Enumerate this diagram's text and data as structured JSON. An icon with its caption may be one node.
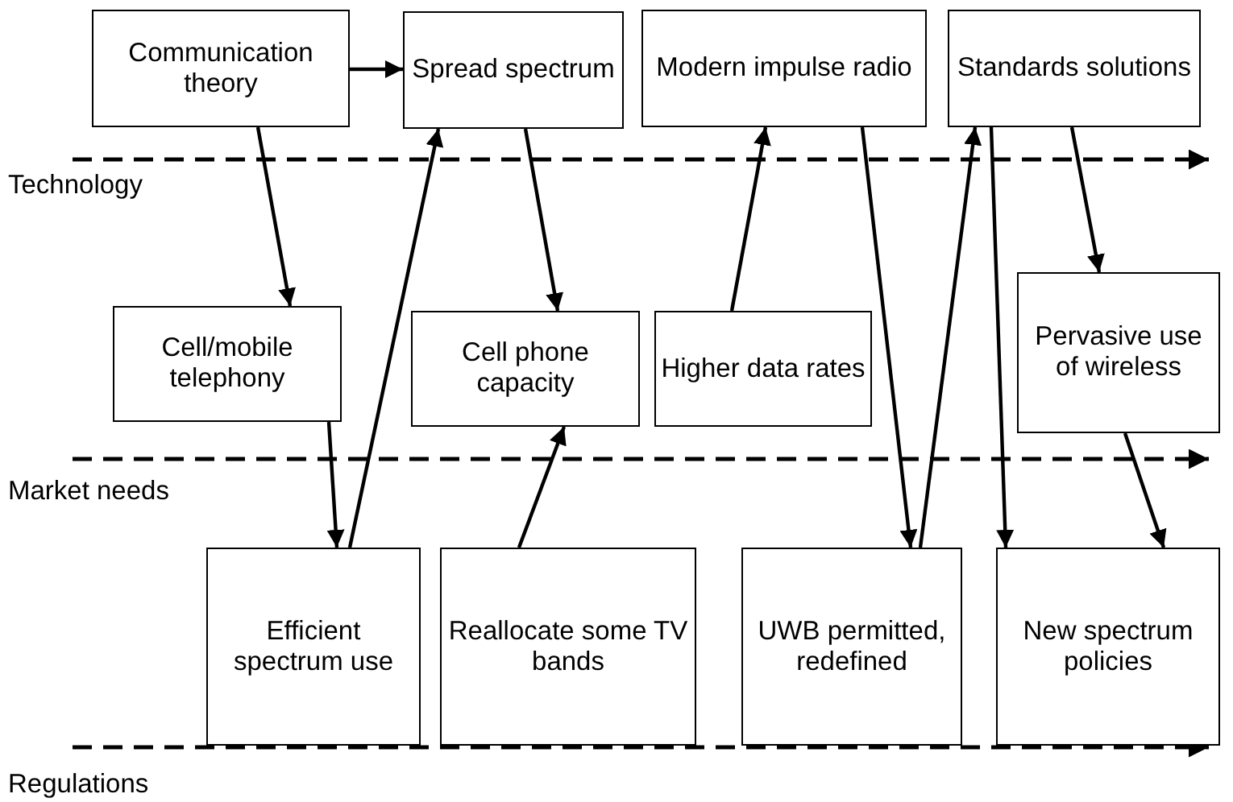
{
  "diagram": {
    "nodes": [
      {
        "text": [
          "Communication theory"
        ]
      },
      {
        "text": [
          "Spread spectrum"
        ]
      },
      {
        "text": [
          "Modern impulse radio"
        ]
      },
      {
        "text": [
          "Standards solutions"
        ]
      },
      {
        "text": [
          "Cell/mobile telephony"
        ]
      },
      {
        "text": [
          "Cell phone capacity"
        ]
      },
      {
        "text": [
          "Higher data rates"
        ]
      },
      {
        "text": [
          "Pervasive use of wireless"
        ]
      },
      {
        "text": [
          "Efficient spectrum use"
        ]
      },
      {
        "text": [
          "Reallocate some TV bands"
        ]
      },
      {
        "text": [
          "UWB permitted, redefined"
        ]
      },
      {
        "text": [
          "New spectrum policies"
        ]
      }
    ],
    "edges": [
      {
        "from": 0,
        "to": 1,
        "arrow": "to"
      },
      {
        "from": 0,
        "to": 4,
        "arrow": "to"
      },
      {
        "from": 4,
        "to": 8,
        "arrow": "to"
      },
      {
        "from": 8,
        "to": 1,
        "arrow": "to"
      },
      {
        "from": 1,
        "to": 5,
        "arrow": "to"
      },
      {
        "from": 9,
        "to": 5,
        "arrow": "to"
      },
      {
        "from": 6,
        "to": 2,
        "arrow": "to"
      },
      {
        "from": 2,
        "to": 10,
        "arrow": "to"
      },
      {
        "from": 10,
        "to": 3,
        "arrow": "to"
      },
      {
        "from": 3,
        "to": 11,
        "arrow": "to"
      },
      {
        "from": 3,
        "to": 7,
        "arrow": "to"
      },
      {
        "from": 7,
        "to": 11,
        "arrow": "to"
      }
    ],
    "labels": [
      "Technology",
      "Market needs",
      "Regulations"
    ]
  }
}
